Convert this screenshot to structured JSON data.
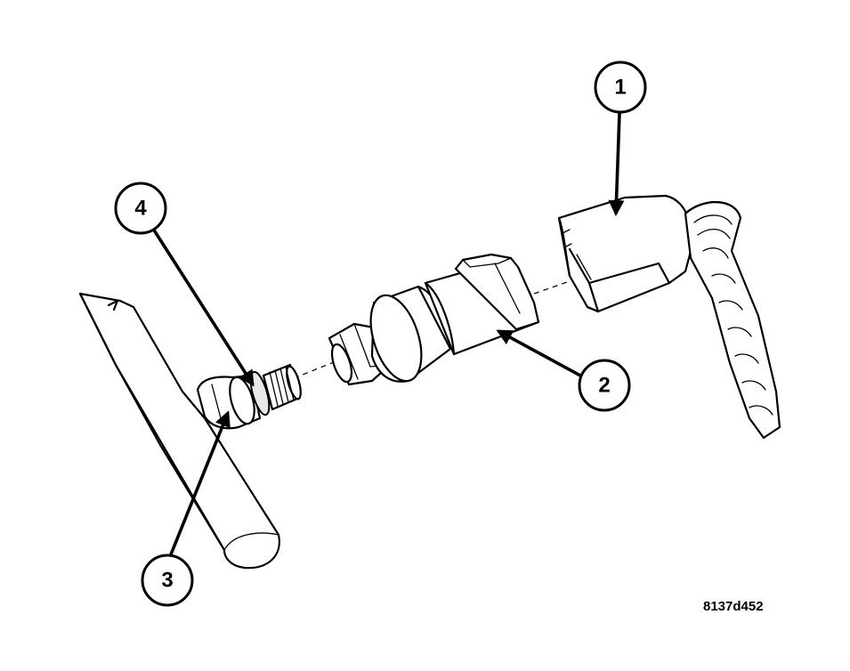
{
  "callouts": [
    {
      "id": "1",
      "label": "1"
    },
    {
      "id": "2",
      "label": "2"
    },
    {
      "id": "3",
      "label": "3"
    },
    {
      "id": "4",
      "label": "4"
    }
  ],
  "figure_id": "8137d452",
  "ink_color": "#000000",
  "background": "#ffffff"
}
